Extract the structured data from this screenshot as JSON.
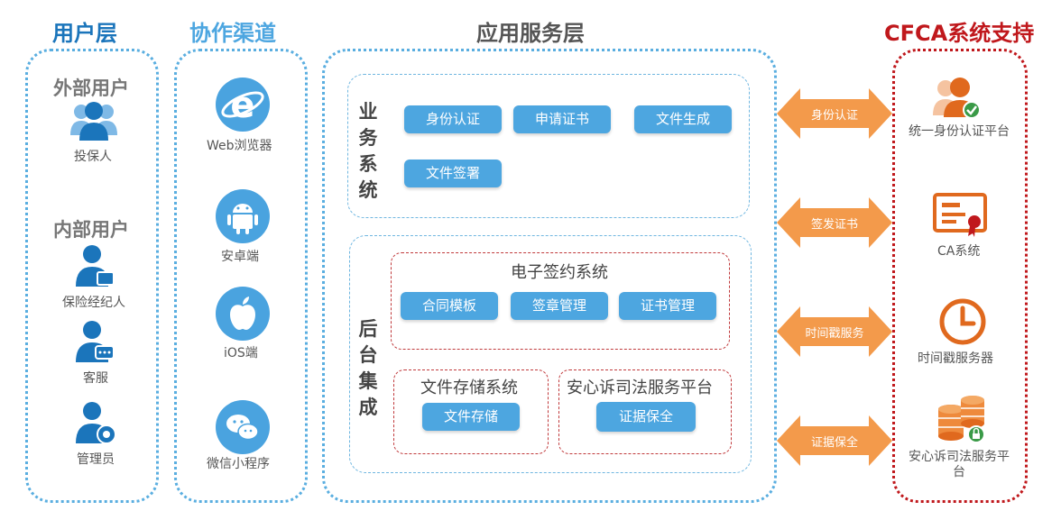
{
  "columns": {
    "users": "用户层",
    "channels": "协作渠道",
    "app": "应用服务层",
    "cfca": "CFCA系统支持"
  },
  "colors": {
    "blue": "#1b75bb",
    "light_blue": "#4da6e0",
    "red": "#c0181c",
    "orange": "#f39a4b"
  },
  "users": {
    "external_title": "外部用户",
    "insured": "投保人",
    "internal_title": "内部用户",
    "broker": "保险经纪人",
    "service": "客服",
    "admin": "管理员"
  },
  "channels": {
    "web": "Web浏览器",
    "android": "安卓端",
    "ios": "iOS端",
    "wechat": "微信小程序"
  },
  "business": {
    "label": "业务系统",
    "chars": [
      "业",
      "务",
      "系",
      "统"
    ],
    "buttons": [
      "身份认证",
      "申请证书",
      "文件生成",
      "文件签署"
    ]
  },
  "backend": {
    "chars": [
      "后",
      "台",
      "集",
      "成"
    ],
    "esign_title": "电子签约系统",
    "esign_buttons": [
      "合同模板",
      "签章管理",
      "证书管理"
    ],
    "storage_title": "文件存储系统",
    "storage_button": "文件存储",
    "anxinsu_title": "安心诉司法服务平台",
    "anxinsu_button": "证据保全"
  },
  "arrows": [
    "身份认证",
    "签发证书",
    "时间戳服务",
    "证据保全"
  ],
  "cfca": {
    "auth_platform": "统一身份认证平台",
    "ca": "CA系统",
    "timestamp": "时间戳服务器",
    "anxinsu": "安心诉司法服务平台"
  }
}
